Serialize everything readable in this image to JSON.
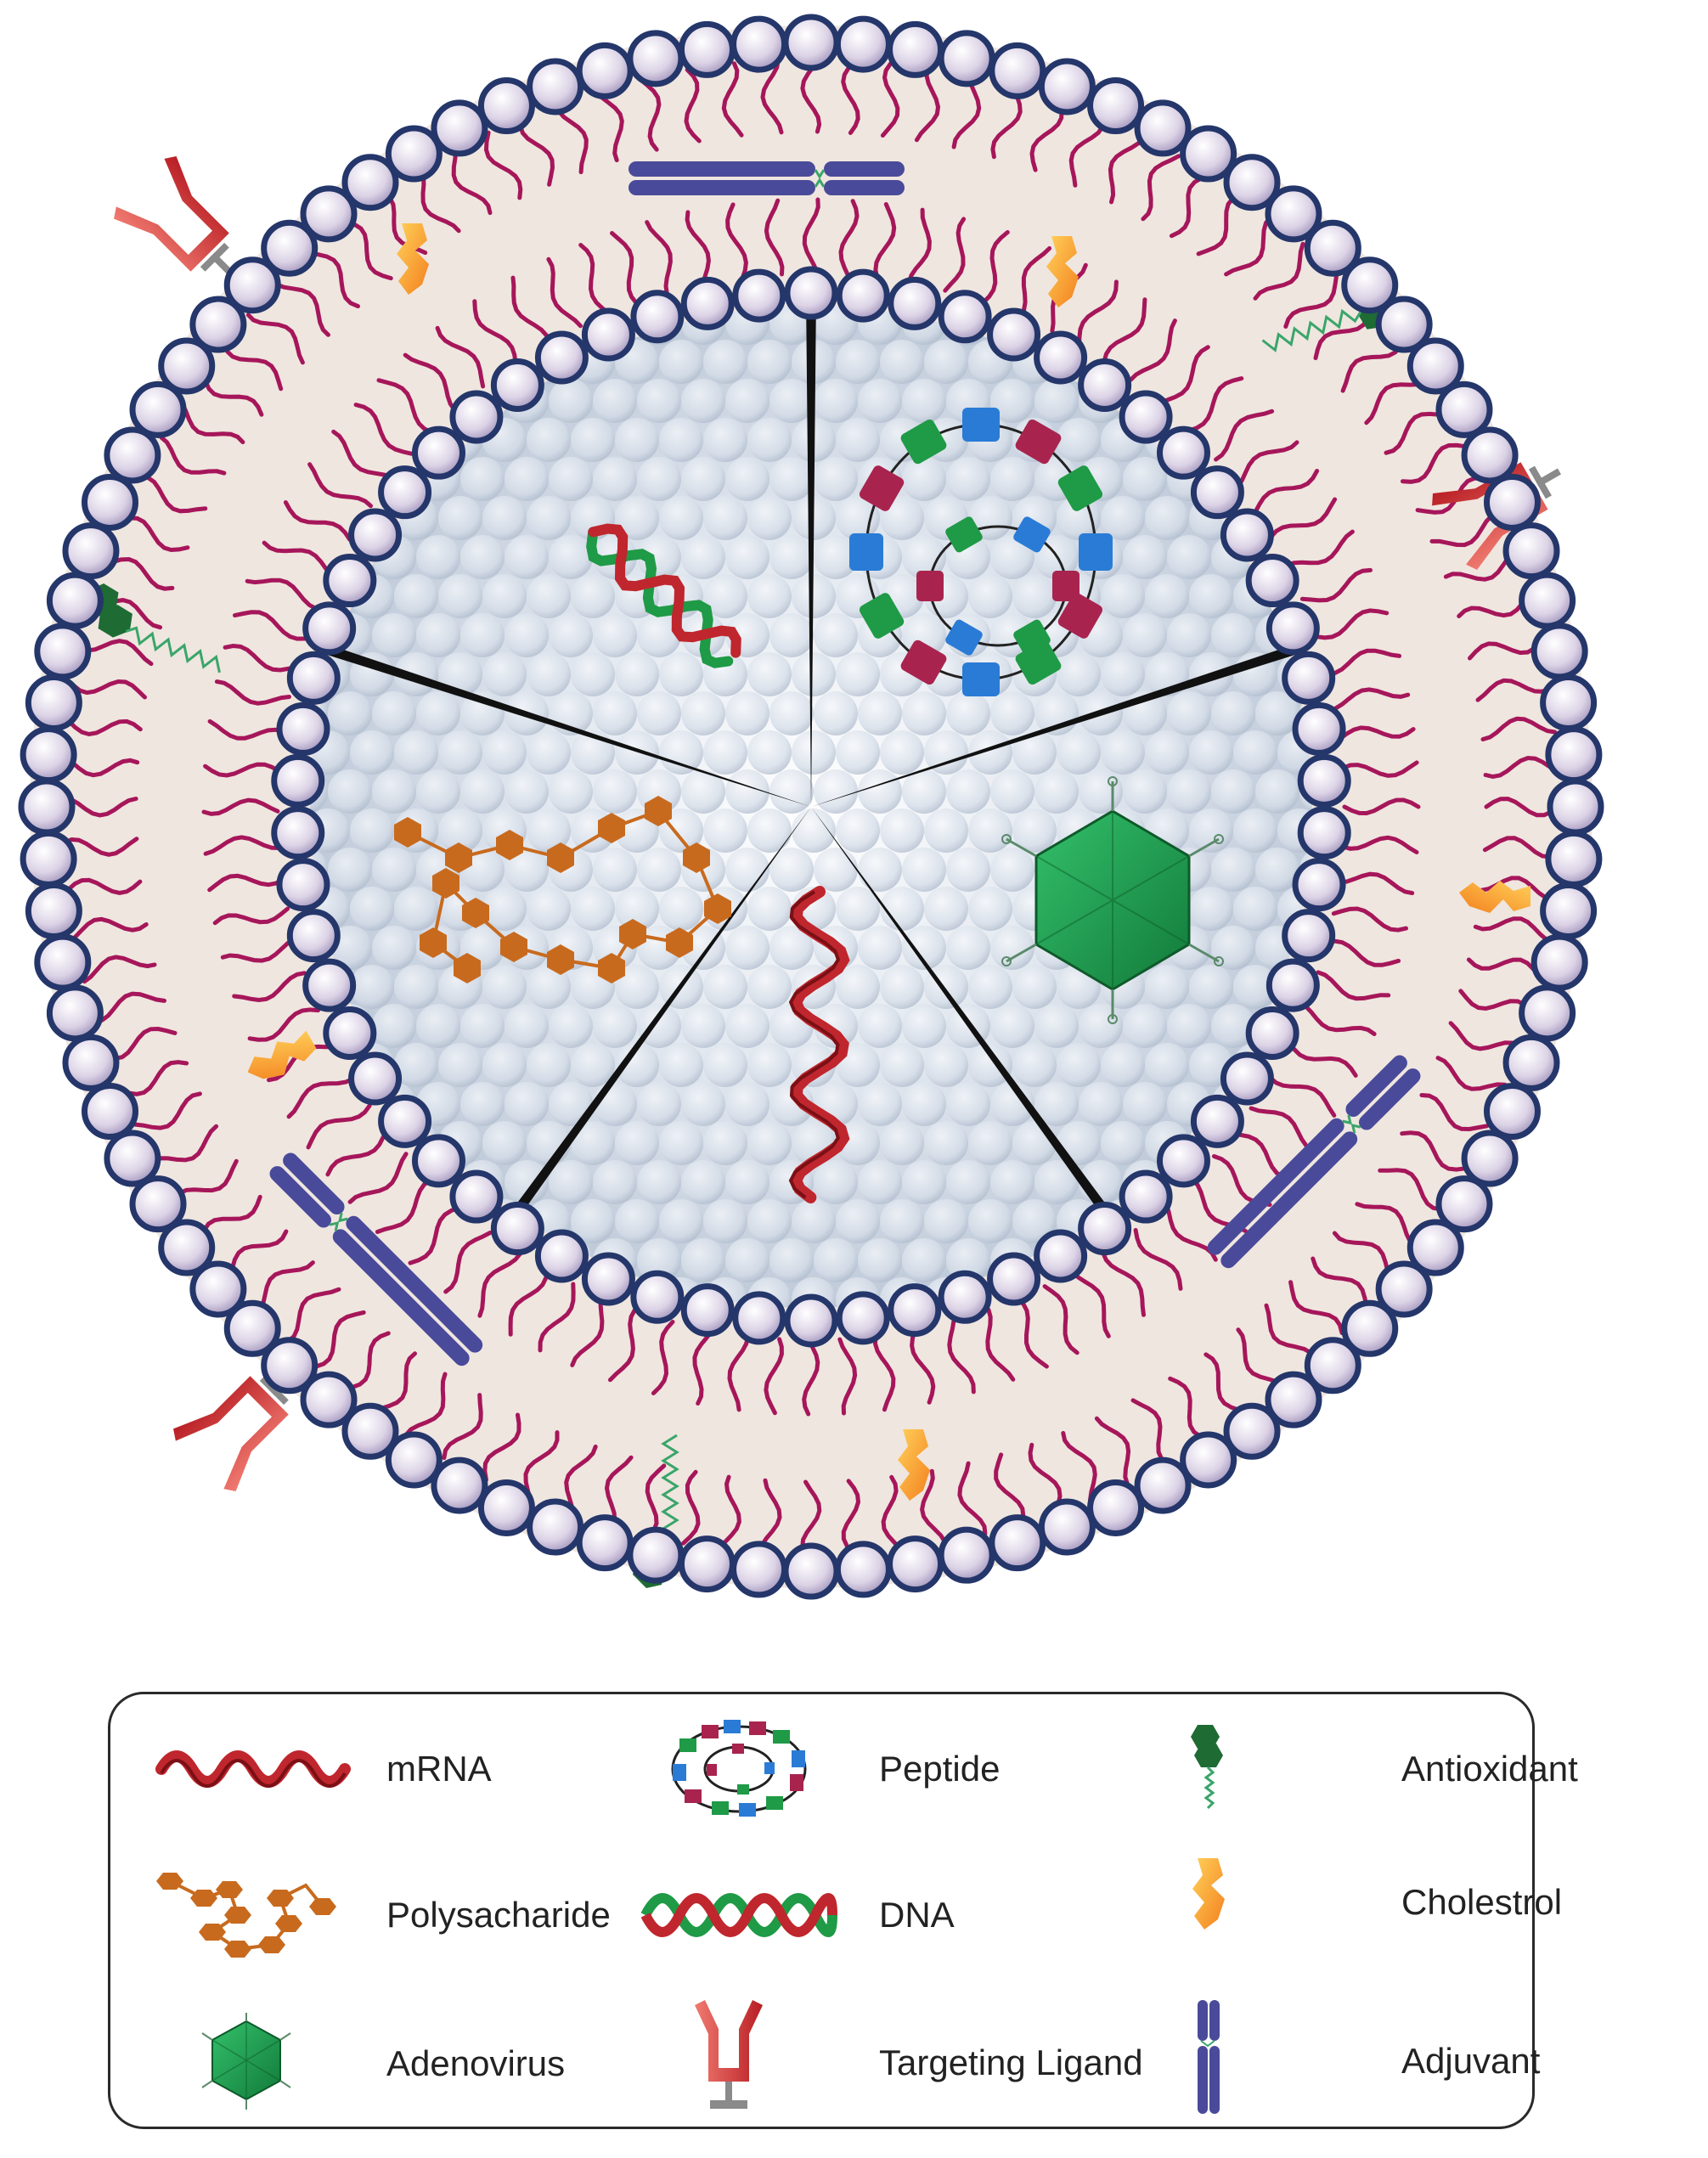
{
  "legend": {
    "items": [
      {
        "key": "mrna",
        "label": "mRNA",
        "icon": "mrna-icon",
        "color": "#c0262d"
      },
      {
        "key": "peptide",
        "label": "Peptide",
        "icon": "peptide-icon",
        "color": "#2a7bd6"
      },
      {
        "key": "antioxidant",
        "label": "Antioxidant",
        "icon": "antioxidant-icon",
        "color": "#1e7a3c"
      },
      {
        "key": "polysacharide",
        "label": "Polysacharide",
        "icon": "polysaccharide-icon",
        "color": "#c86a1e"
      },
      {
        "key": "dna",
        "label": "DNA",
        "icon": "dna-icon",
        "color": "#1f9a46"
      },
      {
        "key": "cholestrol",
        "label": "Cholestrol",
        "icon": "cholesterol-icon",
        "color": "#f59a2e"
      },
      {
        "key": "adenovirus",
        "label": "Adenovirus",
        "icon": "adenovirus-icon",
        "color": "#1f9a46"
      },
      {
        "key": "targeting_ligand",
        "label": "Targeting Ligand",
        "icon": "targeting-ligand-icon",
        "color": "#c93a3a"
      },
      {
        "key": "adjuvant",
        "label": "Adjuvant",
        "icon": "adjuvant-icon",
        "color": "#4a4a9a"
      }
    ]
  },
  "colors": {
    "head_fill": "#dcd3e6",
    "head_stroke": "#24366a",
    "tail": "#a6165a",
    "bilayer_bg": "#efe6df",
    "core": "#cdd8e6"
  }
}
